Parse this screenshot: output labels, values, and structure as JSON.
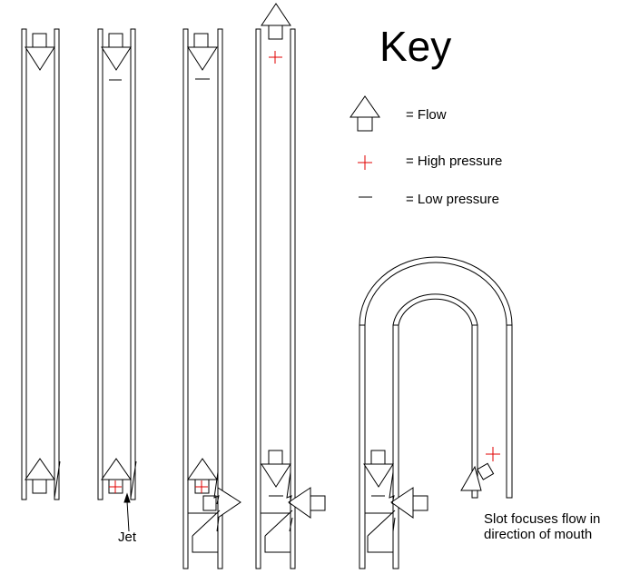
{
  "key": {
    "title": "Key",
    "items": [
      {
        "symbol": "flow-arrow-icon",
        "label": "= Flow"
      },
      {
        "symbol": "plus-icon",
        "label": "= High pressure"
      },
      {
        "symbol": "minus-icon",
        "label": "= Low pressure"
      }
    ]
  },
  "annotations": {
    "jet": "Jet",
    "slot_line1": "Slot focuses flow in",
    "slot_line2": "direction of mouth"
  },
  "colors": {
    "line": "#000000",
    "high_pressure": "#e00000",
    "background": "#ffffff"
  }
}
